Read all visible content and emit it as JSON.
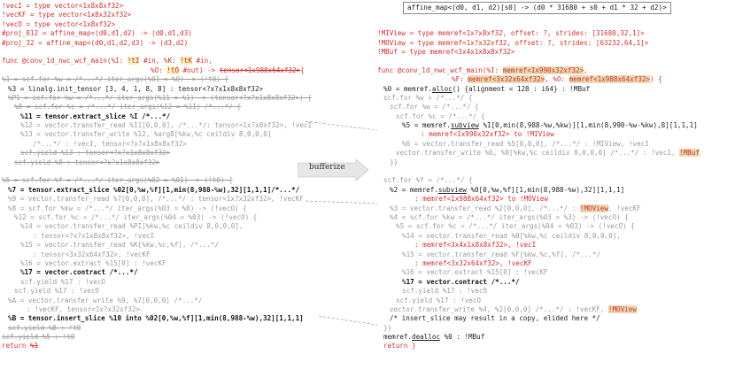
{
  "transform_label": "bufferize",
  "callout": "affine_map<(d0, d1, d2)[s0] -> (d0 * 31680 + s0 + d1 * 32 + d2)>",
  "left": [
    {
      "i": 0,
      "segs": [
        {
          "t": "!vecI = type ",
          "c": "red"
        },
        {
          "t": "vector<1x8x8xf32>",
          "c": "red"
        }
      ]
    },
    {
      "i": 0,
      "segs": [
        {
          "t": "!vecKF = type ",
          "c": "red"
        },
        {
          "t": "vector<1x8x32xf32>",
          "c": "red"
        }
      ]
    },
    {
      "i": 0,
      "segs": [
        {
          "t": "!vecO = type ",
          "c": "red"
        },
        {
          "t": "vector<1x8xf32>",
          "c": "red"
        }
      ]
    },
    {
      "i": 0,
      "segs": [
        {
          "t": "#proj_012 = affine_map<(d0,d1,d2) -> (d0,d1,d3)",
          "c": "red"
        }
      ]
    },
    {
      "i": 0,
      "segs": [
        {
          "t": "#proj_32 = affine_map<(d0,d1,d2,d3) -> (d3,d2)",
          "c": "red"
        }
      ]
    },
    {
      "i": 0,
      "segs": [
        {
          "t": ""
        }
      ]
    },
    {
      "i": 0,
      "segs": [
        {
          "t": "func @conv_1d_nwc_wcf_main(%I: ",
          "c": "red"
        },
        {
          "t": "!tI",
          "c": "red hl"
        },
        {
          "t": " #in, %K: ",
          "c": "red"
        },
        {
          "t": "!tK",
          "c": "red hl"
        },
        {
          "t": " #in,",
          "c": "red"
        }
      ]
    },
    {
      "i": 24,
      "segs": [
        {
          "t": "%O: ",
          "c": "red"
        },
        {
          "t": "!tO",
          "c": "red hl"
        },
        {
          "t": " #out) -> ",
          "c": "red"
        },
        {
          "t": "tensor<1x988x64xf32>",
          "c": "red strike"
        },
        {
          "t": "{",
          "c": "red"
        }
      ]
    },
    {
      "i": 0,
      "segs": [
        {
          "t": "%1 = scf.for %w = /*...*/ iter_args(%01 = %0) -> (!t0) {",
          "c": "gray strike"
        }
      ]
    },
    {
      "i": 1,
      "segs": [
        {
          "t": "%3 = linalg.init_tensor [3, 4, 1, 8, 8] : tensor<?x?x1x8x8xf32>"
        }
      ]
    },
    {
      "i": 1,
      "segs": [
        {
          "t": "%P1 = scf.for %w = /*...*/ iter_args(%11 = %1) -> (tensor<?x?x1x8x8xf32>) {",
          "c": "gray strike"
        }
      ]
    },
    {
      "i": 2,
      "segs": [
        {
          "t": "%8 = scf.for %c = /*...*/ iter_args(%12 = %11) /*...*/ {",
          "c": "gray strike"
        }
      ]
    },
    {
      "i": 3,
      "segs": [
        {
          "t": "%11 = tensor.extract_slice %I /*...*/",
          "c": "bold"
        }
      ]
    },
    {
      "i": 3,
      "segs": [
        {
          "t": "%12 = vector.transfer_read %11[0,0,0], /*...*/: tensor<1x?x8xf32>, !vecI",
          "c": "gray"
        }
      ]
    },
    {
      "i": 3,
      "segs": [
        {
          "t": "%13 = vector.transfer_write %12, %arg8[%kw,%c ceildiv 8,0,0,0]",
          "c": "gray"
        }
      ]
    },
    {
      "i": 5,
      "segs": [
        {
          "t": "/*...*/ : !vecI, tensor<?x?x1x8x8xf32>",
          "c": "gray"
        }
      ]
    },
    {
      "i": 3,
      "segs": [
        {
          "t": "scf.yield %13 : tensor<?x?x1x8x8xf32>",
          "c": "gray strike"
        }
      ]
    },
    {
      "i": 2,
      "segs": [
        {
          "t": "scf.yield %8 : tensor<?x?x1x8x8xf32>",
          "c": "gray strike"
        }
      ]
    },
    {
      "i": 0,
      "segs": [
        {
          "t": ""
        }
      ]
    },
    {
      "i": 0,
      "segs": [
        {
          "t": "%5 = scf.for %f = /*...*/ iter_args(%02 = %01) -> (!t0) {",
          "c": "gray strike"
        }
      ]
    },
    {
      "i": 1,
      "segs": [
        {
          "t": "%7 = tensor.extract_slice %02[0,%w,%f][1,min(8,988-%w),32][1,1,1]/*...*/",
          "c": "bold"
        }
      ]
    },
    {
      "i": 1,
      "segs": [
        {
          "t": "%9 = vector.transfer_read %7[0,0,0], /*...*/ : tensor<1x?x32xf32>, !vecKF",
          "c": "gray"
        }
      ]
    },
    {
      "i": 1,
      "segs": [
        {
          "t": "%8 = scf.for %kw = /*...*/ iter_args(%03 = %8) -> (!vecO) {",
          "c": "gray"
        }
      ]
    },
    {
      "i": 2,
      "segs": [
        {
          "t": "%12 = scf.for %c = /*...*/ iter_args(%04 = %03) -> (!vecO) {",
          "c": "gray"
        }
      ]
    },
    {
      "i": 3,
      "segs": [
        {
          "t": "%14 = vector.transfer_read %PI[%kw,%c ceildiv 8,0,0,0],",
          "c": "gray"
        }
      ]
    },
    {
      "i": 5,
      "segs": [
        {
          "t": ": tensor<?x?x1x8x8xf32>, !vecI",
          "c": "gray"
        }
      ]
    },
    {
      "i": 3,
      "segs": [
        {
          "t": "%15 = vector.transfer_read %K[%kw,%c,%f], /*...*/",
          "c": "gray"
        }
      ]
    },
    {
      "i": 5,
      "segs": [
        {
          "t": ": tensor<3x32x64xf32>, !vecKF",
          "c": "gray"
        }
      ]
    },
    {
      "i": 3,
      "segs": [
        {
          "t": "%16 = vector.extract %15[0] : !vecKF",
          "c": "gray"
        }
      ]
    },
    {
      "i": 3,
      "segs": [
        {
          "t": "%17 = ",
          "c": "bold"
        },
        {
          "t": "vector.contract",
          "c": "bold"
        },
        {
          "t": " /*...*/",
          "c": "bold"
        }
      ]
    },
    {
      "i": 3,
      "segs": [
        {
          "t": "scf.yield %17 : !vecO",
          "c": "gray"
        }
      ]
    },
    {
      "i": 2,
      "segs": [
        {
          "t": "scf.yield %17 : !vecO",
          "c": "gray"
        }
      ]
    },
    {
      "i": 1,
      "segs": [
        {
          "t": "%A = vector.transfer_write %9, %7[0,0,0] /*...*/",
          "c": "gray"
        }
      ]
    },
    {
      "i": 4,
      "segs": [
        {
          "t": ": !vecKF, tensor<1x?x32xf32>",
          "c": "gray"
        }
      ]
    },
    {
      "i": 1,
      "segs": [
        {
          "t": "%B = tensor.insert_slice %10 into %02[0,%w,%f][1,min(8,988-%w),32][1,1,1]",
          "c": "bold"
        }
      ]
    },
    {
      "i": 1,
      "segs": [
        {
          "t": "scf.yield %B : !t0",
          "c": "gray strike"
        }
      ]
    },
    {
      "i": 0,
      "segs": [
        {
          "t": "scf.yield %5 : !t0",
          "c": "gray strike"
        }
      ]
    },
    {
      "i": 0,
      "segs": [
        {
          "t": "return ",
          "c": "red"
        },
        {
          "t": "%1",
          "c": "red strike"
        }
      ]
    }
  ],
  "right": [
    {
      "i": 0,
      "segs": [
        {
          "t": ""
        }
      ]
    },
    {
      "i": 0,
      "segs": [
        {
          "t": ""
        }
      ]
    },
    {
      "i": 0,
      "segs": [
        {
          "t": ""
        }
      ]
    },
    {
      "i": 0,
      "segs": [
        {
          "t": "!MIView = type memref<1x?x8xf32, offset: ?, strides: [31680,32,1]>",
          "c": "red"
        }
      ]
    },
    {
      "i": 0,
      "segs": [
        {
          "t": "!MOView = type memref<1x?x32xf32, offset: ?, strides: [63232,64,1]>",
          "c": "red"
        }
      ]
    },
    {
      "i": 0,
      "segs": [
        {
          "t": "!MBuf = type memref<3x4x1x8x8xf32>",
          "c": "red"
        }
      ]
    },
    {
      "i": 0,
      "segs": [
        {
          "t": ""
        }
      ]
    },
    {
      "i": 0,
      "segs": [
        {
          "t": "func @conv_1d_nwc_wcf_main(%I: ",
          "c": "red"
        },
        {
          "t": "memref<1x990x32xf32>",
          "c": "red tan"
        },
        {
          "t": ",",
          "c": "red"
        }
      ]
    },
    {
      "i": 12,
      "segs": [
        {
          "t": "%F: ",
          "c": "red"
        },
        {
          "t": "memref<3x32x64xf32>",
          "c": "red tan"
        },
        {
          "t": ", %O: ",
          "c": "red"
        },
        {
          "t": "memref<1x988x64xf32>",
          "c": "red tan"
        },
        {
          "t": ") {",
          "c": "red"
        }
      ]
    },
    {
      "i": 1,
      "segs": [
        {
          "t": "%0 = memref."
        },
        {
          "t": "alloc",
          "c": "ul"
        },
        {
          "t": "() {alignment = 128 : i64} : !MBuf"
        }
      ]
    },
    {
      "i": 1,
      "segs": [
        {
          "t": "scf.for %w = /*...*/ {",
          "c": "gray"
        }
      ]
    },
    {
      "i": 2,
      "segs": [
        {
          "t": "scf.for %w = /*...*/ {",
          "c": "gray"
        }
      ]
    },
    {
      "i": 3,
      "segs": [
        {
          "t": "scf.for %c = /*...*/ {",
          "c": "gray"
        }
      ]
    },
    {
      "i": 4,
      "segs": [
        {
          "t": "%5 = memref."
        },
        {
          "t": "subview",
          "c": "ul"
        },
        {
          "t": " %I[0,min(8,988-%w,%kw)][1,min(8,990-%w-%kw),8][1,1,1]"
        }
      ]
    },
    {
      "i": 7,
      "segs": [
        {
          "t": ": memref<1x990x32xf32> to !MIView",
          "c": "red"
        }
      ]
    },
    {
      "i": 4,
      "segs": [
        {
          "t": "%6 = vector.transfer_read %5[0,0,0], /*...*/ : !MIView, !vecI",
          "c": "gray"
        }
      ]
    },
    {
      "i": 3,
      "segs": [
        {
          "t": "vector.transfer_write %6, %0[%kw,%c ceildiv 8,0,0,0] /*...*/ : !vecI, ",
          "c": "gray"
        },
        {
          "t": "!MBuf",
          "c": "red tan"
        }
      ]
    },
    {
      "i": 2,
      "segs": [
        {
          "t": "}}",
          "c": "gray"
        }
      ]
    },
    {
      "i": 0,
      "segs": [
        {
          "t": ""
        }
      ]
    },
    {
      "i": 1,
      "segs": [
        {
          "t": "scf.for %f = /*...*/ {",
          "c": "gray"
        }
      ]
    },
    {
      "i": 2,
      "segs": [
        {
          "t": "%2 = memref."
        },
        {
          "t": "subview",
          "c": "ul"
        },
        {
          "t": " %0[0,%w,%f][1,min(8,988-%w),32][1,1,1]"
        }
      ]
    },
    {
      "i": 6,
      "segs": [
        {
          "t": ": memref<1x988x64xf32> to !MOView",
          "c": "red"
        }
      ]
    },
    {
      "i": 2,
      "segs": [
        {
          "t": "%3 = vector.transfer_read %2[0,0,0], /*...*/ : ",
          "c": "gray"
        },
        {
          "t": "!MOView",
          "c": "red tan"
        },
        {
          "t": ", !vecKF",
          "c": "gray"
        }
      ]
    },
    {
      "i": 2,
      "segs": [
        {
          "t": "%4 = scf.for %kw = /*...*/ iter_args(%03 = %3) -> (!vecO) {",
          "c": "gray"
        }
      ]
    },
    {
      "i": 3,
      "segs": [
        {
          "t": "%5 = scf.for %c = /*...*/ iter_args(%04 = %03) -> (!vecO) {",
          "c": "gray"
        }
      ]
    },
    {
      "i": 4,
      "segs": [
        {
          "t": "%14 = vector.transfer_read %0[%kw,%c ceildiv 8,0,0,0],",
          "c": "gray"
        }
      ]
    },
    {
      "i": 6,
      "segs": [
        {
          "t": ": memref<3x4x1x8x8xf32>, !vecI",
          "c": "red"
        }
      ]
    },
    {
      "i": 4,
      "segs": [
        {
          "t": "%15 = vector.transfer_read %F[%kw,%c,%f], /*...*/",
          "c": "gray"
        }
      ]
    },
    {
      "i": 6,
      "segs": [
        {
          "t": ": memref<3x32x64xf32>, !vecKF",
          "c": "red"
        }
      ]
    },
    {
      "i": 4,
      "segs": [
        {
          "t": "%16 = vector.extract %15[0] : !vecKF",
          "c": "gray"
        }
      ]
    },
    {
      "i": 4,
      "segs": [
        {
          "t": "%17 = vector.contract /*...*/",
          "c": "bold"
        }
      ]
    },
    {
      "i": 4,
      "segs": [
        {
          "t": "scf.yield %17 : !vecO",
          "c": "gray"
        }
      ]
    },
    {
      "i": 3,
      "segs": [
        {
          "t": "scf.yield %17 : !vecO",
          "c": "gray"
        }
      ]
    },
    {
      "i": 2,
      "segs": [
        {
          "t": "vector.transfer_write %4, %2[0,0,0] /*...*/ : !vecKF, ",
          "c": "gray"
        },
        {
          "t": "!MOView",
          "c": "red tan"
        }
      ]
    },
    {
      "i": 2,
      "segs": [
        {
          "t": "/* insert_slice may result in a copy, elided here */"
        }
      ]
    },
    {
      "i": 1,
      "segs": [
        {
          "t": "}}",
          "c": "gray"
        }
      ]
    },
    {
      "i": 1,
      "segs": [
        {
          "t": "memref."
        },
        {
          "t": "dealloc",
          "c": "ul"
        },
        {
          "t": " %0 : !MBuf"
        }
      ]
    },
    {
      "i": 1,
      "segs": [
        {
          "t": "return }",
          "c": "red"
        }
      ]
    }
  ]
}
